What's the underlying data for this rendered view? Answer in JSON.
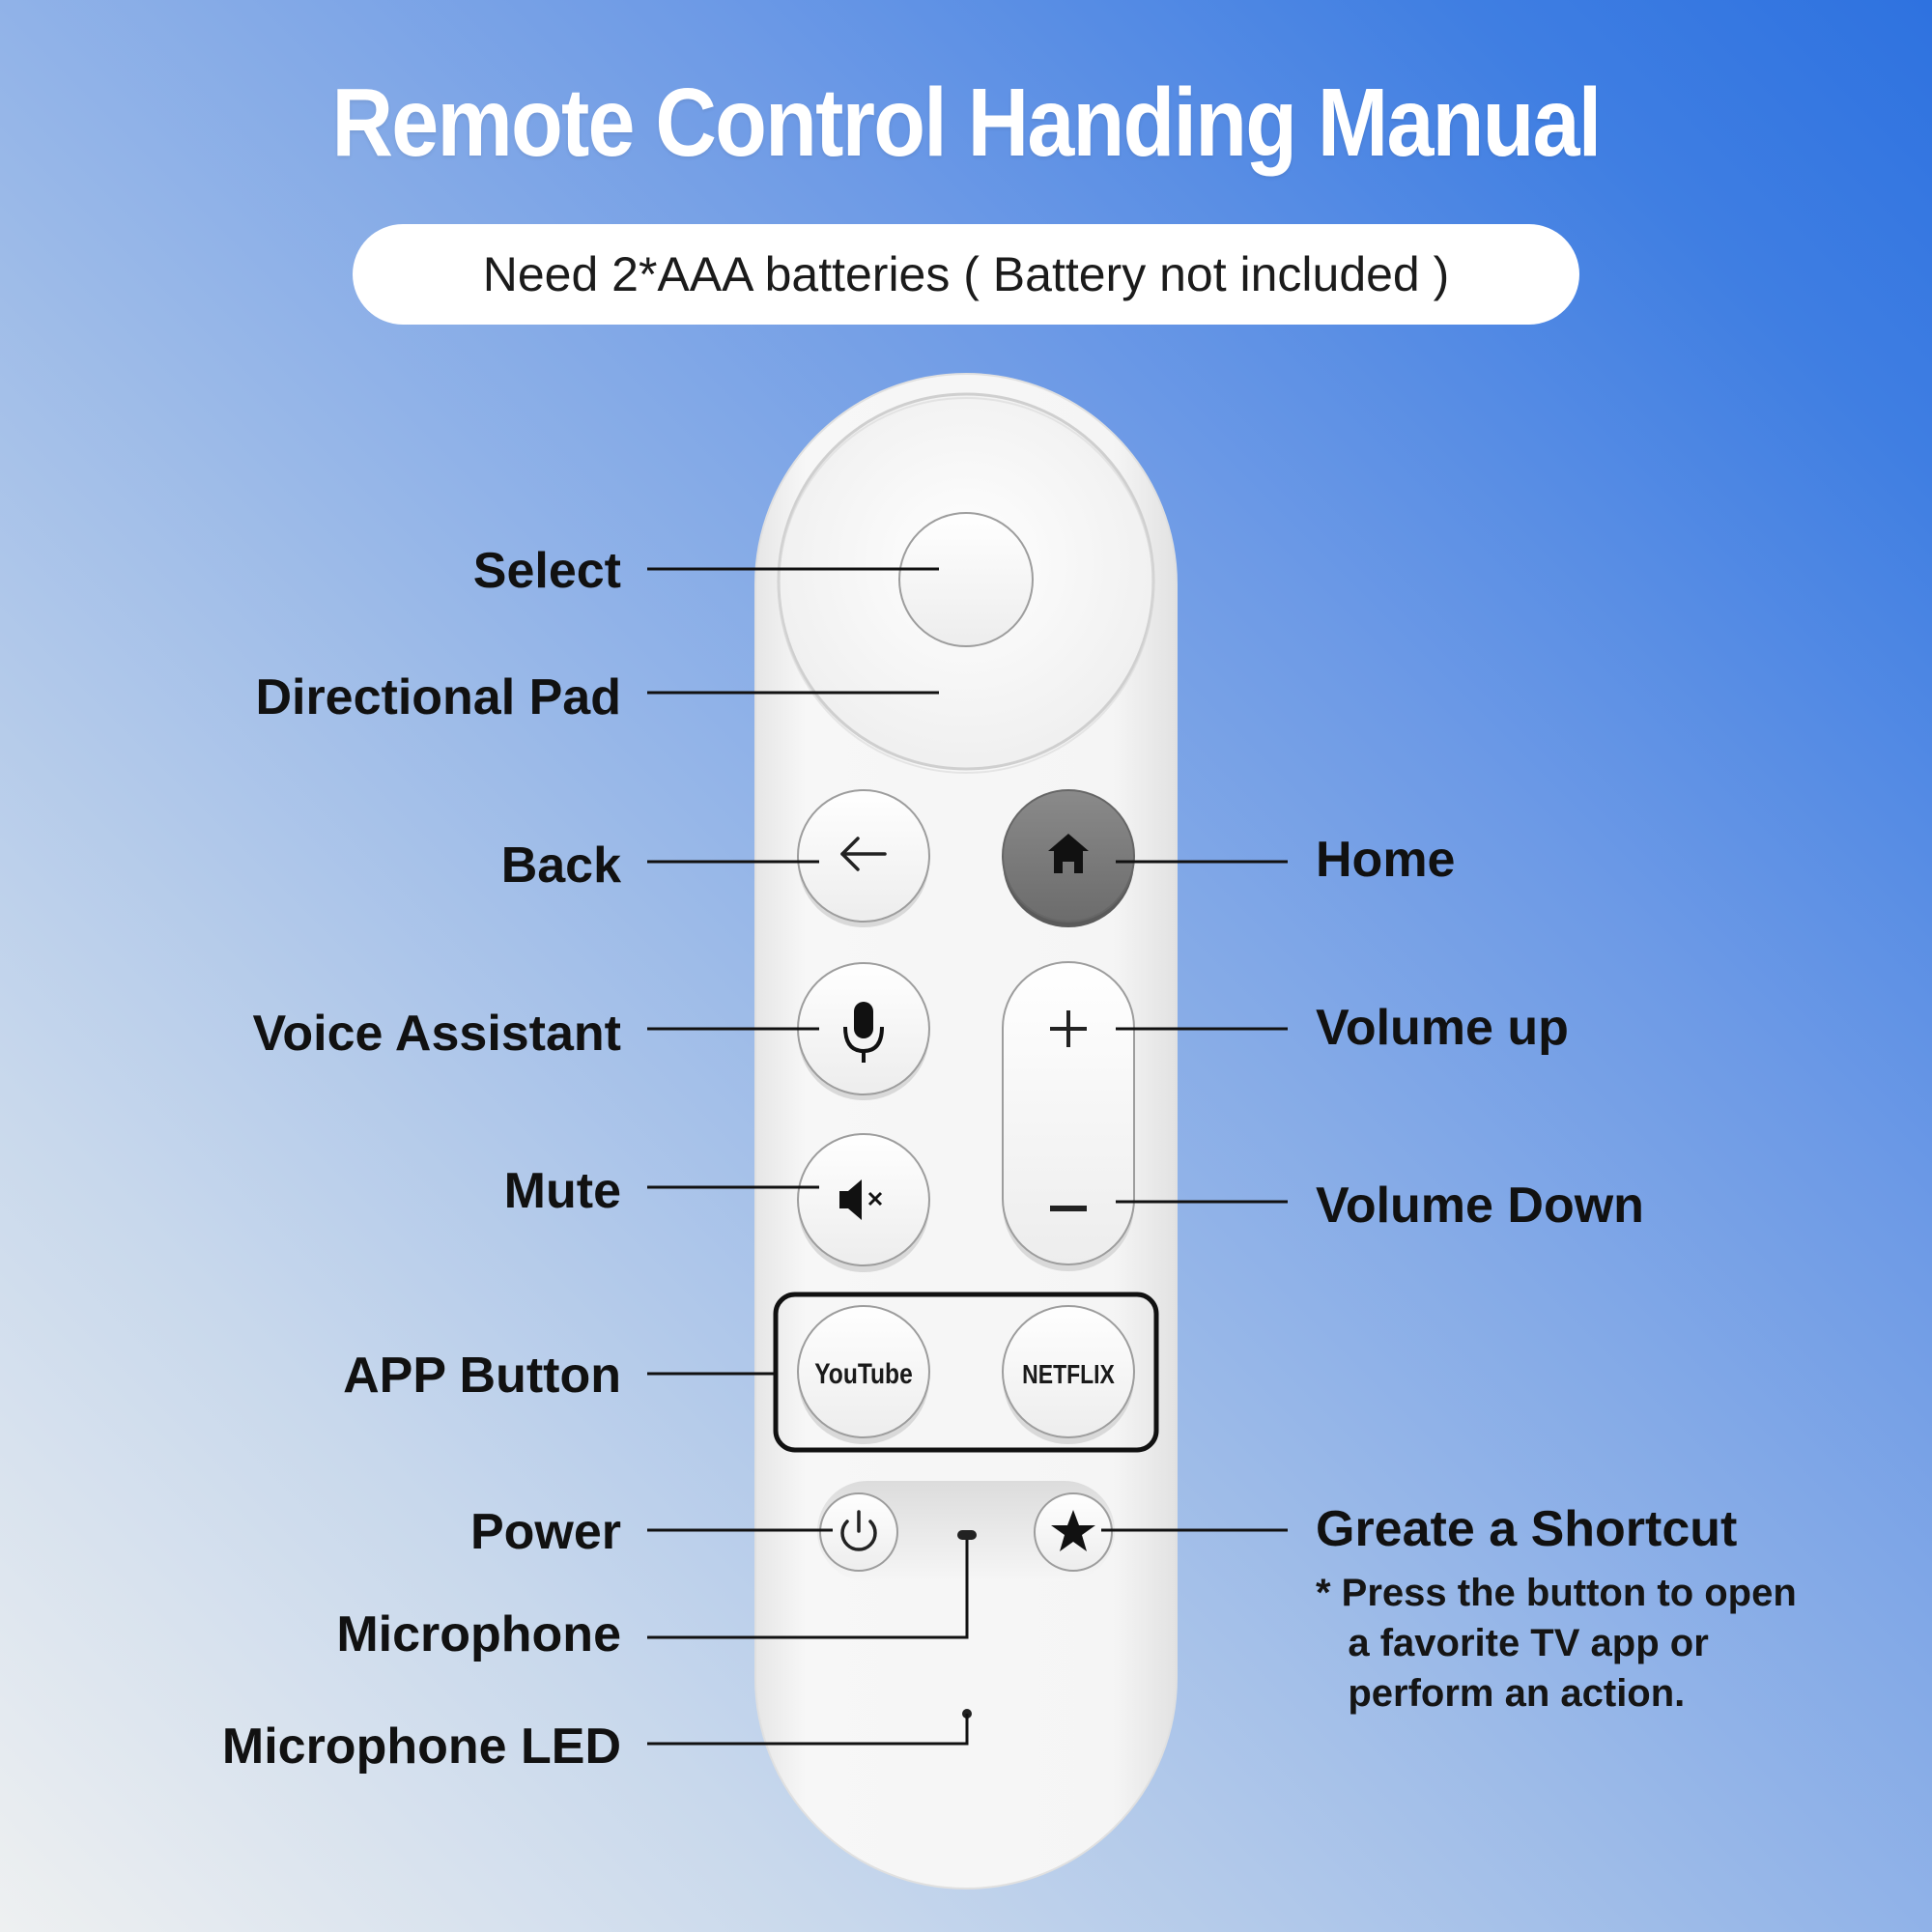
{
  "header": {
    "title": "Remote Control Handing Manual",
    "battery_note": "Need 2*AAA batteries ( Battery not included )"
  },
  "labels": {
    "select": "Select",
    "directional_pad": "Directional Pad",
    "back": "Back",
    "voice_assistant": "Voice Assistant",
    "mute": "Mute",
    "app_button": "APP Button",
    "power": "Power",
    "microphone": "Microphone",
    "microphone_led": "Microphone LED",
    "home": "Home",
    "volume_up": "Volume up",
    "volume_down": "Volume Down",
    "shortcut": "Greate a Shortcut",
    "shortcut_note": "* Press the button to open\n   a favorite TV app or\n   perform an action."
  },
  "apps": {
    "youtube": "YouTube",
    "netflix": "NETFLIX"
  },
  "icons": {
    "back": "arrow-left-icon",
    "home": "home-icon",
    "voice": "microphone-icon",
    "mute": "speaker-mute-icon",
    "volume_up": "plus-icon",
    "volume_down": "minus-icon",
    "power": "power-icon",
    "shortcut": "star-icon"
  },
  "colors": {
    "remote_body": "#f4f4f4",
    "home_button": "#7b7b7b",
    "leader_line": "#111111"
  }
}
